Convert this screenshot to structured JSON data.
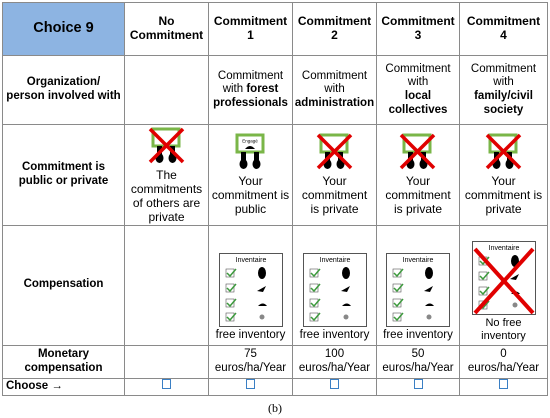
{
  "header": {
    "choice": "Choice 9",
    "col1": [
      "No",
      "Commitment"
    ],
    "col2": [
      "Commitment",
      "1"
    ],
    "col3": [
      "Commitment",
      "2"
    ],
    "col4": [
      "Commitment",
      "3"
    ],
    "col5": [
      "Commitment",
      "4"
    ]
  },
  "organization": {
    "label": [
      "Organization/",
      "person involved with"
    ],
    "c2": {
      "l1": "Commitment",
      "l2a": "with ",
      "l2b": "forest",
      "l3": "professionals"
    },
    "c3": {
      "l1": "Commitment",
      "l2": "with",
      "l3": "administration"
    },
    "c4": {
      "l1": "Commitment",
      "l2": "with",
      "l3": "local",
      "l4": "collectives"
    },
    "c5": {
      "l1": "Commitment",
      "l2": "with",
      "l3": "family/civil",
      "l4": "society"
    }
  },
  "publicity": {
    "label": [
      "Commitment is",
      "public or private"
    ],
    "c1": [
      "The",
      "commitments",
      "of others are",
      "private"
    ],
    "c2": [
      "Your",
      "commitment is",
      "public"
    ],
    "c3": [
      "Your",
      "commitment",
      "is private"
    ],
    "c4": [
      "Your",
      "commitment",
      "is private"
    ],
    "c5": [
      "Your",
      "commitment is",
      "private"
    ],
    "plug_label": "Engagé"
  },
  "compensation": {
    "label": "Compensation",
    "inventory_title": "Inventaire",
    "c2": "free inventory",
    "c3": "free inventory",
    "c4": "free inventory",
    "c5": [
      "No free",
      "inventory"
    ]
  },
  "monetary": {
    "label": [
      "Monetary",
      "compensation"
    ],
    "c2": [
      "75",
      "euros/ha/Year"
    ],
    "c3": [
      "100",
      "euros/ha/Year"
    ],
    "c4": [
      "50",
      "euros/ha/Year"
    ],
    "c5": [
      "0",
      "euros/ha/Year"
    ]
  },
  "choose": {
    "label": "Choose →"
  },
  "caption": "(b)",
  "colors": {
    "header_blue": "#8db4e2",
    "plug_green": "#7ab648",
    "cross_red": "#e00000",
    "check_green": "#3d9a3d",
    "checkbox_blue": "#3a7fc4"
  }
}
